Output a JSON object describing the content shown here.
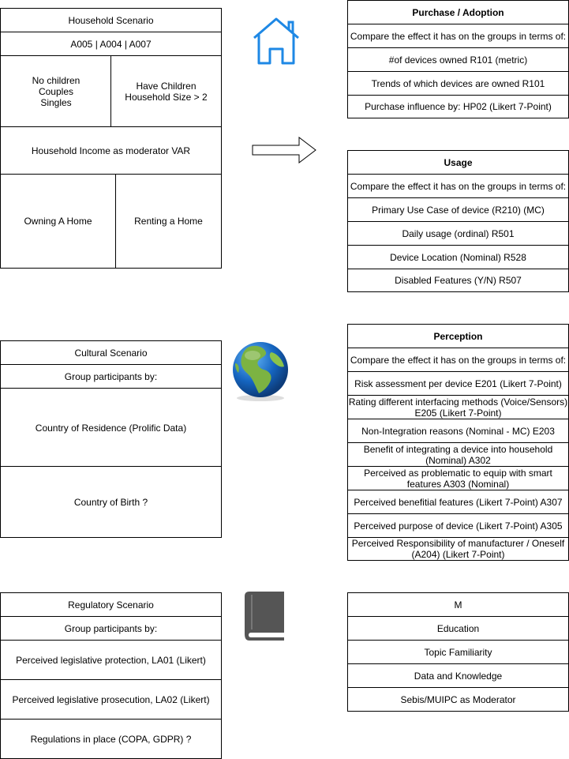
{
  "household": {
    "title": "Household Scenario",
    "codes": "A005 | A004 | A007",
    "no_children": "No children\nCouples\nSingles",
    "have_children": "Have Children\nHousehold Size > 2",
    "income": "Household Income as moderator VAR",
    "owning": "Owning A Home",
    "renting": "Renting a Home"
  },
  "cultural": {
    "title": "Cultural Scenario",
    "group_by": "Group participants by:",
    "residence": "Country of Residence (Prolific Data)",
    "birth": "Country of Birth ?"
  },
  "regulatory": {
    "title": "Regulatory Scenario",
    "group_by": "Group participants by:",
    "protection": "Perceived legislative protection, LA01 (Likert)",
    "prosecution": "Perceived legislative prosecution, LA02 (Likert)",
    "regulations": "Regulations in place (COPA, GDPR) ?"
  },
  "purchase": {
    "title": "Purchase / Adoption",
    "compare": "Compare the effect it has on the groups in terms of:",
    "items": [
      "#of devices owned R101 (metric)",
      "Trends of which devices are owned R101",
      "Purchase influence by: HP02 (Likert 7-Point)"
    ]
  },
  "usage": {
    "title": "Usage",
    "compare": "Compare the effect it has on the groups in terms of:",
    "items": [
      "Primary Use Case of device (R210) (MC)",
      "Daily usage (ordinal) R501",
      "Device Location (Nominal) R528",
      "Disabled Features (Y/N) R507"
    ]
  },
  "perception": {
    "title": "Perception",
    "compare": "Compare the effect it has on the groups in terms of:",
    "items": [
      "Risk assessment per device E201 (Likert 7-Point)",
      "Rating different interfacing methods (Voice/Sensors)\nE205 (Likert 7-Point)",
      "Non-Integration reasons (Nominal - MC) E203",
      "Benefit of integrating a device into household\n(Nominal) A302",
      "Perceived as problematic to equip with smart\nfeatures A303 (Nominal)",
      "Perceived benefitial features (Likert 7-Point) A307",
      "Perceived purpose of device (Likert 7-Point) A305",
      "Perceived Responsibility of manufacturer / Oneself\n(A204) (Likert 7-Point)"
    ]
  },
  "moderators": {
    "title": "M",
    "items": [
      "Education",
      "Topic Familiarity",
      "Data and Knowledge",
      "Sebis/MUIPC as Moderator"
    ]
  },
  "icons": {
    "home": "house-icon",
    "arrow": "right-arrow-icon",
    "globe": "globe-icon",
    "book": "book-icon",
    "house_color": "#1E88E5",
    "globe_ocean": "#1565C0",
    "globe_land": "#7CB342",
    "book_color": "#555555"
  }
}
